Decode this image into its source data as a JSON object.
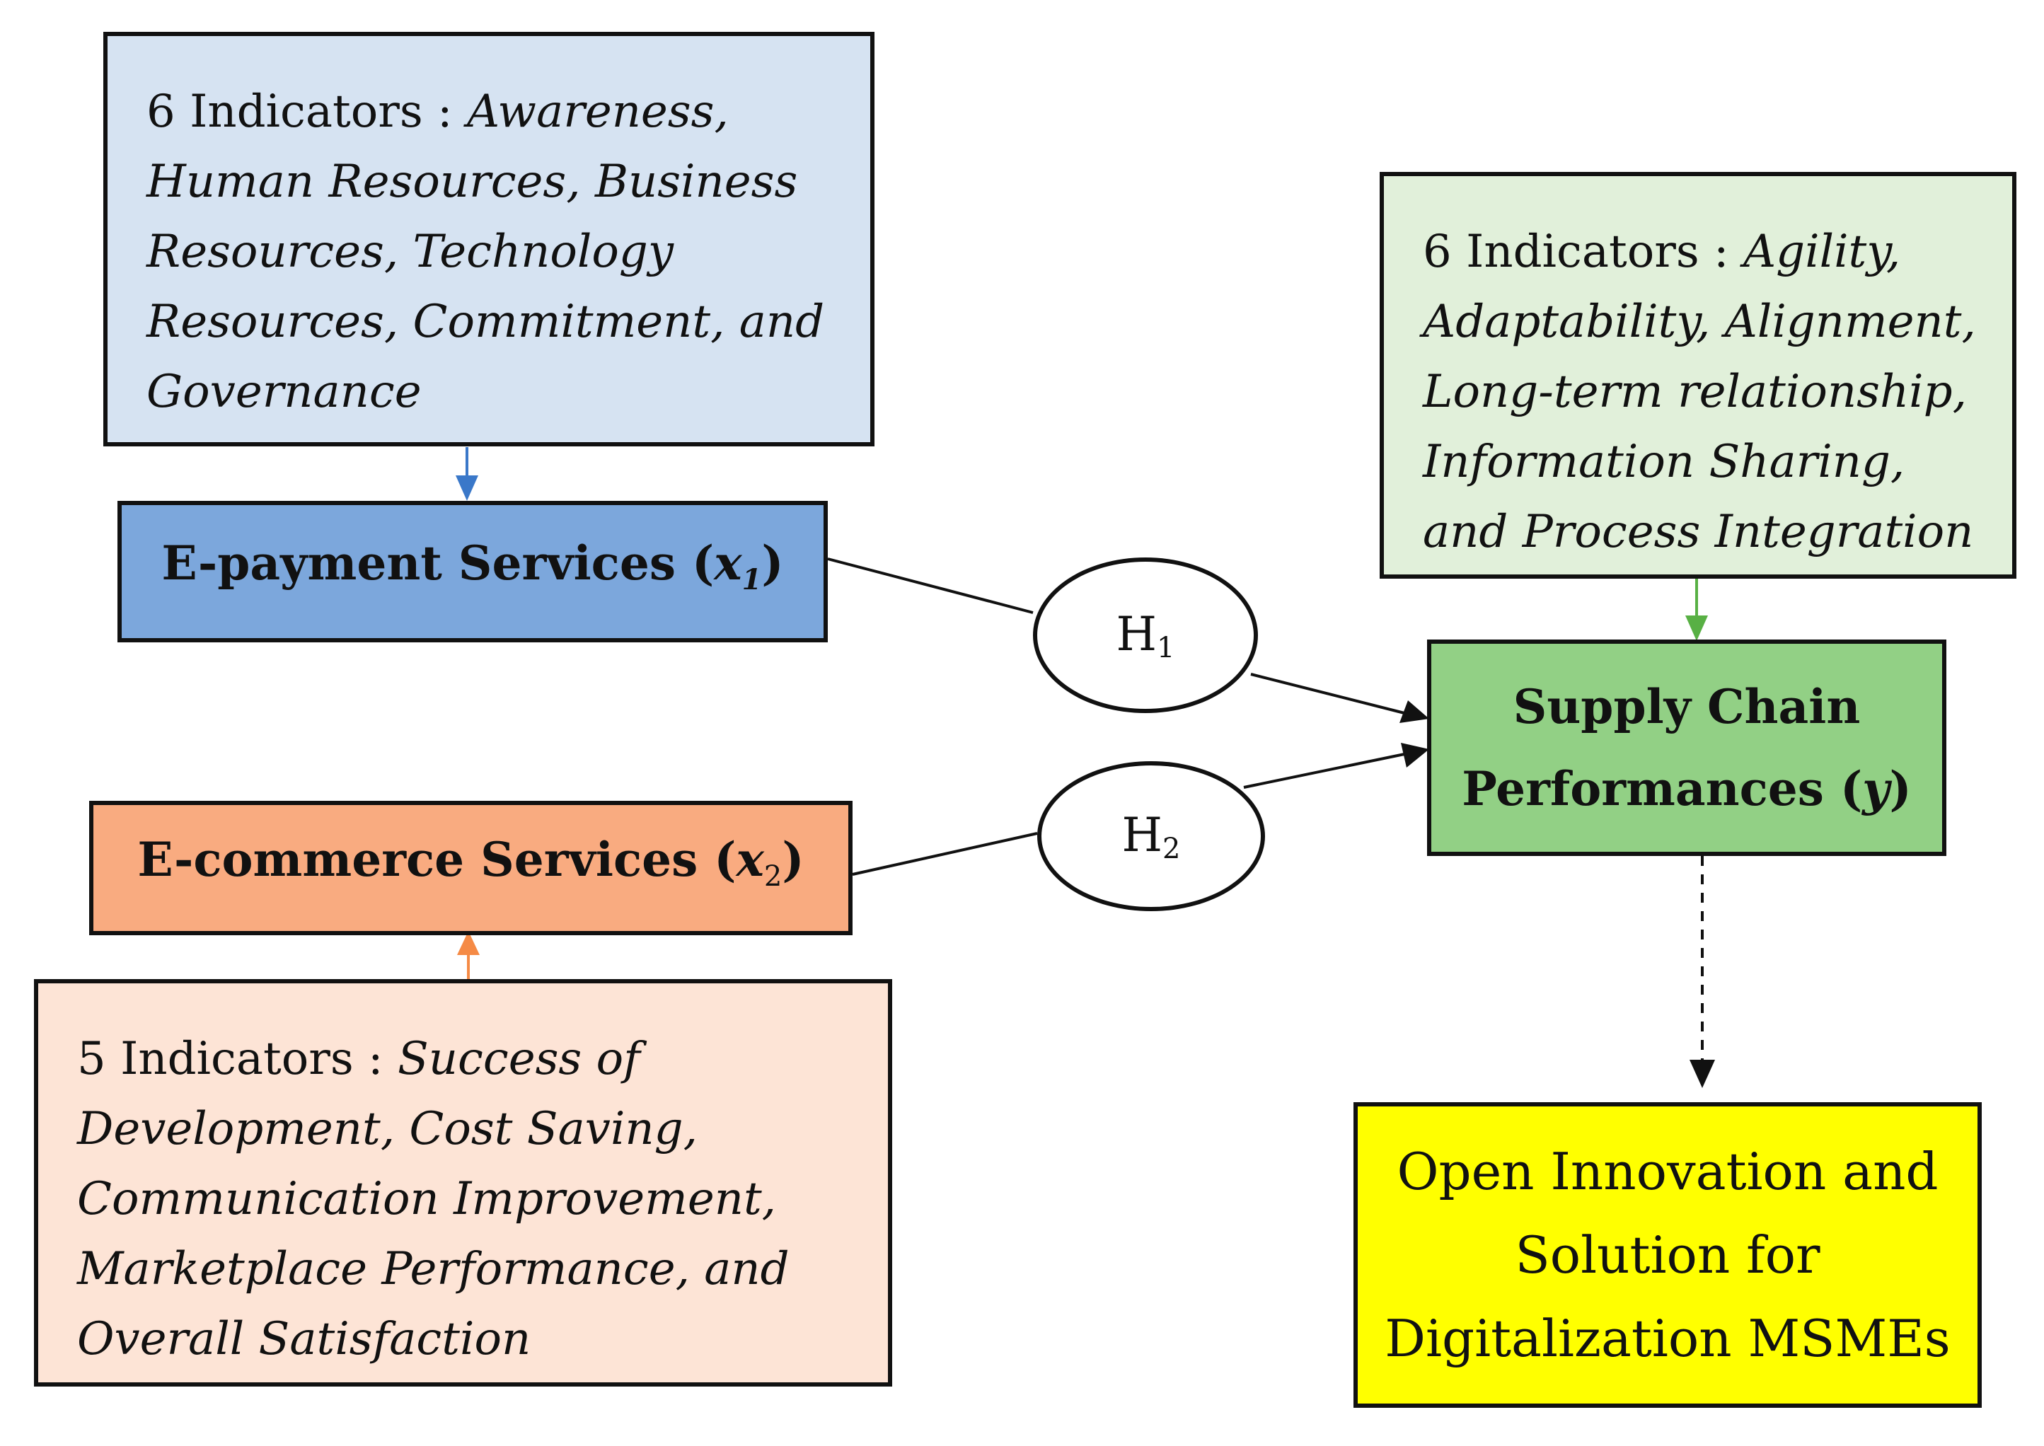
{
  "indicators_x1": {
    "lead": "6 Indicators : ",
    "items": "Awareness, Human Resources, Business Resources, Technology Resources, Commitment, and Governance",
    "color": "#d6e3f2"
  },
  "indicators_y": {
    "lead": "6 Indicators : ",
    "items": "Agility, Adaptability, Alignment, Long-term relationship, Information Sharing, and Process Integration",
    "color": "#e1f0da"
  },
  "indicators_x2": {
    "lead": "5 Indicators : ",
    "items": "Success of Development, Cost Saving, Communication Improvement, Marketplace Performance, and Overall Satisfaction",
    "color": "#fde4d6"
  },
  "epayment": {
    "label": "E-payment Services (",
    "var": "x",
    "sub": "1",
    "close": ")",
    "color": "#7ca7dc"
  },
  "ecommerce": {
    "label": "E-commerce Services (",
    "var": "x",
    "sub": "2",
    "close": ")",
    "color": "#f9ab80"
  },
  "supply_chain": {
    "line1": "Supply Chain",
    "line2": "Performances (",
    "var": "y",
    "close": ")",
    "color": "#92d085"
  },
  "h1": {
    "letter": "H",
    "sub": "1"
  },
  "h2": {
    "letter": "H",
    "sub": "2"
  },
  "outcome": {
    "line1": "Open Innovation and",
    "line2": "Solution for",
    "line3": "Digitalization MSMEs",
    "color": "#ffff00"
  },
  "arrow_colors": {
    "x1": "#3a78c9",
    "x2": "#f58a45",
    "y": "#58b044"
  }
}
